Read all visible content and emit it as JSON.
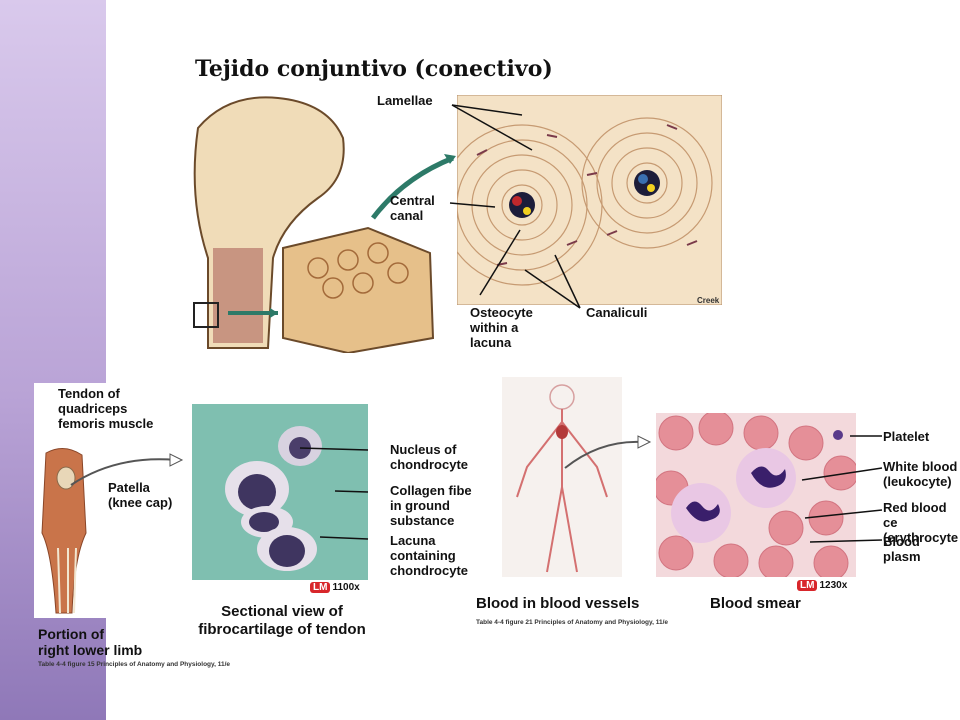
{
  "slide": {
    "title": "Tejido conjuntivo (conectivo)"
  },
  "bone": {
    "labels": {
      "lamellae": "Lamellae",
      "central_canal": "Central\ncanal",
      "osteocyte": "Osteocyte\nwithin a\nlacuna",
      "canaliculi": "Canaliculi",
      "credit": "Creek"
    }
  },
  "cartilage": {
    "labels": {
      "tendon": "Tendon of\nquadriceps\nfemoris muscle",
      "patella": "Patella\n(knee cap)",
      "limb": "Portion of\nright lower limb",
      "nucleus": "Nucleus of\nchondrocyte",
      "collagen": "Collagen fibe\nin ground\nsubstance",
      "lacuna": "Lacuna\ncontaining\nchondrocyte"
    },
    "magnification": "1100x",
    "lm_badge": "LM",
    "caption": "Sectional view of\nfibrocartilage of tendon",
    "source": "Table 4-4 figure 15  Principles of Anatomy and Physiology, 11/e"
  },
  "blood": {
    "labels": {
      "platelet": "Platelet",
      "wbc": "White blood\n(leukocyte)",
      "rbc": "Red blood ce\n(erythrocyte",
      "plasma": "Blood plasm"
    },
    "magnification": "1230x",
    "lm_badge": "LM",
    "caption_vessels": "Blood in blood vessels",
    "caption_smear": "Blood smear",
    "source": "Table 4-4 figure 21  Principles of Anatomy and Physiology, 11/e"
  }
}
